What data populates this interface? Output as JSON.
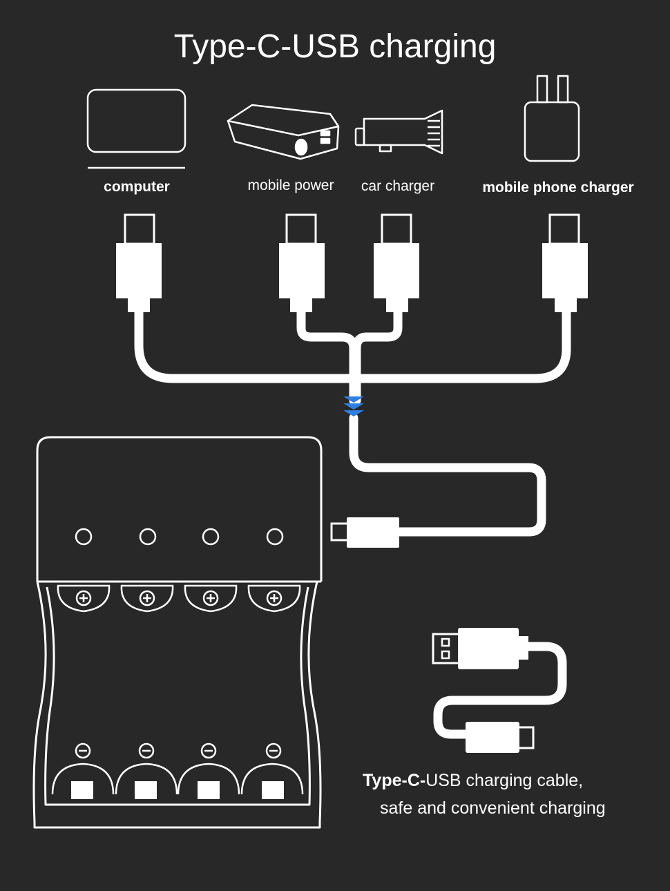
{
  "title": "Type-C-USB charging",
  "sources": [
    {
      "label": "computer",
      "icon": "laptop-icon"
    },
    {
      "label": "mobile power",
      "icon": "power-bank-icon"
    },
    {
      "label": "car charger",
      "icon": "car-charger-icon"
    },
    {
      "label": "mobile phone charger",
      "icon": "wall-plug-icon"
    }
  ],
  "charger": {
    "slots": 4,
    "positive_symbol": "+",
    "negative_symbol": "−"
  },
  "caption": {
    "bold": "Type-C-",
    "line1_rest": "USB charging cable,",
    "line2": "safe and convenient charging"
  },
  "colors": {
    "background": "#282828",
    "line": "#ffffff",
    "junction": "#2f7fe0"
  }
}
